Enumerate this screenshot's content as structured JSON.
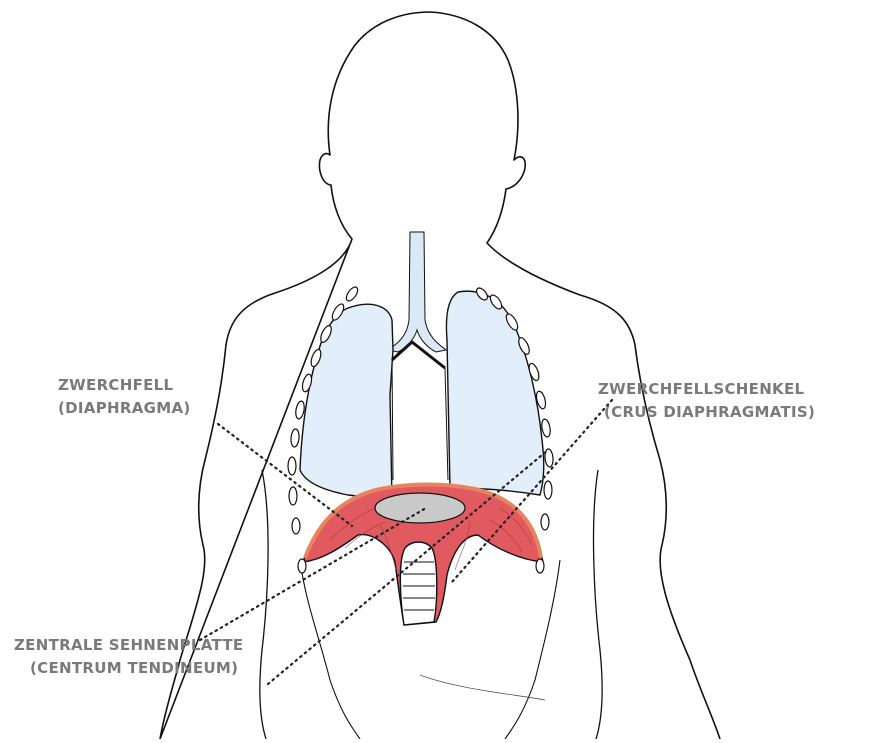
{
  "labels": {
    "diaphragm": {
      "line1": "ZWERCHFELL",
      "line2": "(DIAPHRAGMA)"
    },
    "crus": {
      "line1": "ZWERCHFELLSCHENKEL",
      "line2": "(CRUS DIAPHRAGMATIS)"
    },
    "central_tendon": {
      "line1": "ZENTRALE SEHNENPLATTE",
      "line2": "(CENTRUM TENDINEUM)"
    }
  },
  "colors": {
    "outline": "#111111",
    "lung_fill": "#e2eef9",
    "trachea_fill": "#dbe9f6",
    "diaphragm_fill": "#e05a5f",
    "diaphragm_rim": "#e9835e",
    "tendon_fill": "#c9c9c9",
    "label_text": "#7a7a7a",
    "leader_line": "#222222"
  }
}
